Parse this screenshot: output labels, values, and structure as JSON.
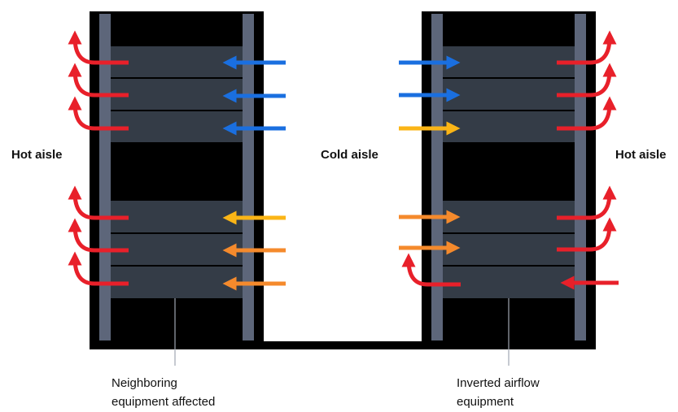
{
  "labels": {
    "hot_aisle_left": "Hot aisle",
    "cold_aisle": "Cold aisle",
    "hot_aisle_right": "Hot aisle",
    "left_caption_line1": "Neighboring",
    "left_caption_line2": "equipment affected",
    "right_caption_line1": "Inverted airflow",
    "right_caption_line2": "equipment"
  },
  "colors": {
    "hot": "#e8202a",
    "cold": "#1a6fe0",
    "warm": "#fbb516",
    "mid": "#f58a2c",
    "rack_body": "#000000",
    "rack_rail": "#5d667a",
    "server": "#343c47",
    "leader": "#a0a6b2"
  },
  "airflow": {
    "left_rack_intake": [
      "cold",
      "cold",
      "cold",
      "warm",
      "mid",
      "mid"
    ],
    "right_rack_intake": [
      "cold",
      "cold",
      "warm",
      "mid",
      "mid",
      "recirculated"
    ],
    "right_rack_last_exhaust": "inverted"
  }
}
